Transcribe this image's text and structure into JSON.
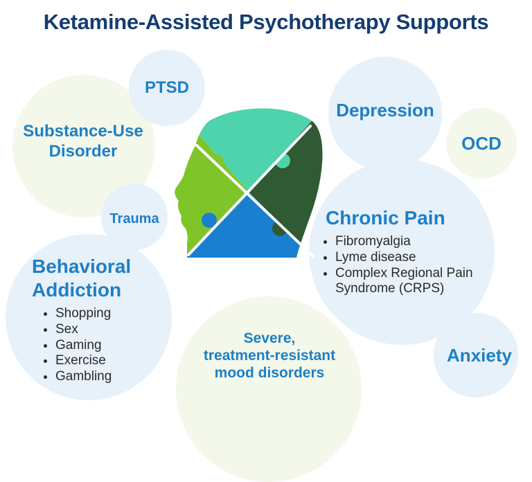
{
  "title": "Ketamine-Assisted Psychotherapy Supports",
  "conditions": {
    "ptsd": "PTSD",
    "substance_use": [
      "Substance-Use",
      "Disorder"
    ],
    "trauma": "Trauma",
    "depression": "Depression",
    "ocd": "OCD",
    "chronic_pain": {
      "label": "Chronic Pain",
      "items": [
        "Fibromyalgia",
        "Lyme disease",
        "Complex Regional Pain Syndrome (CRPS)"
      ]
    },
    "behavioral_addiction": {
      "label": [
        "Behavioral",
        "Addiction"
      ],
      "items": [
        "Shopping",
        "Sex",
        "Gaming",
        "Exercise",
        "Gambling"
      ]
    },
    "mood": [
      "Severe,",
      "treatment-resistant",
      "mood disorders"
    ],
    "anxiety": "Anxiety"
  },
  "colors": {
    "title": "#143c72",
    "label_blue": "#1e7fc6",
    "bubble_blue": "#e7f1f9",
    "bubble_green": "#f3f8ea",
    "head_teal": "#4fd3ad",
    "head_lime": "#7fc52a",
    "head_dark_green": "#2f5a33",
    "head_blue": "#1b7fcf"
  }
}
